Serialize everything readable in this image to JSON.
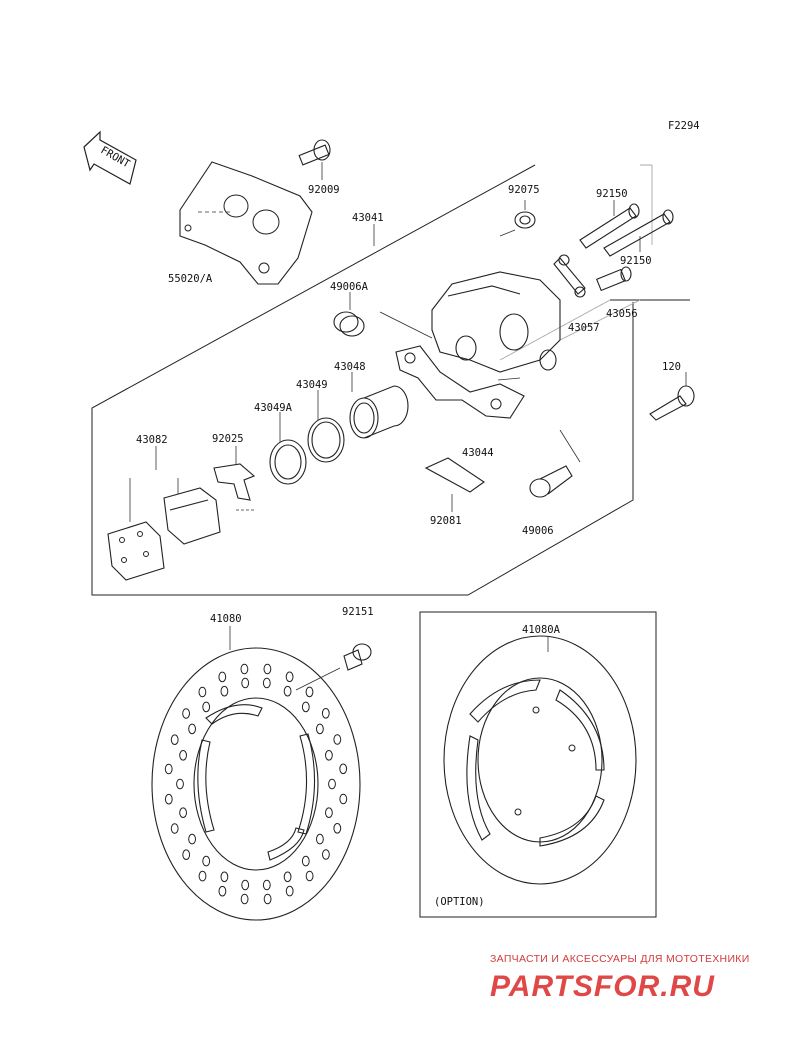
{
  "figure_code": "F2294",
  "front_label": "FRONT",
  "option_label": "(OPTION)",
  "watermark": {
    "subtitle": "ЗАПЧАСТИ И АКСЕССУАРЫ ДЛЯ МОТОТЕХНИКИ",
    "brand": "PARTSFOR.RU"
  },
  "parts": {
    "p92009": "92009",
    "p55020": "55020/A",
    "p43041": "43041",
    "p92075": "92075",
    "p92150a": "92150",
    "p92150b": "92150",
    "p49006A": "49006A",
    "p43056": "43056",
    "p43057": "43057",
    "p120": "120",
    "p43048": "43048",
    "p43049": "43049",
    "p43049A": "43049A",
    "p92025": "92025",
    "p43082": "43082",
    "p43044": "43044",
    "p92081": "92081",
    "p49006": "49006",
    "p41080": "41080",
    "p92151": "92151",
    "p41080A": "41080A"
  }
}
